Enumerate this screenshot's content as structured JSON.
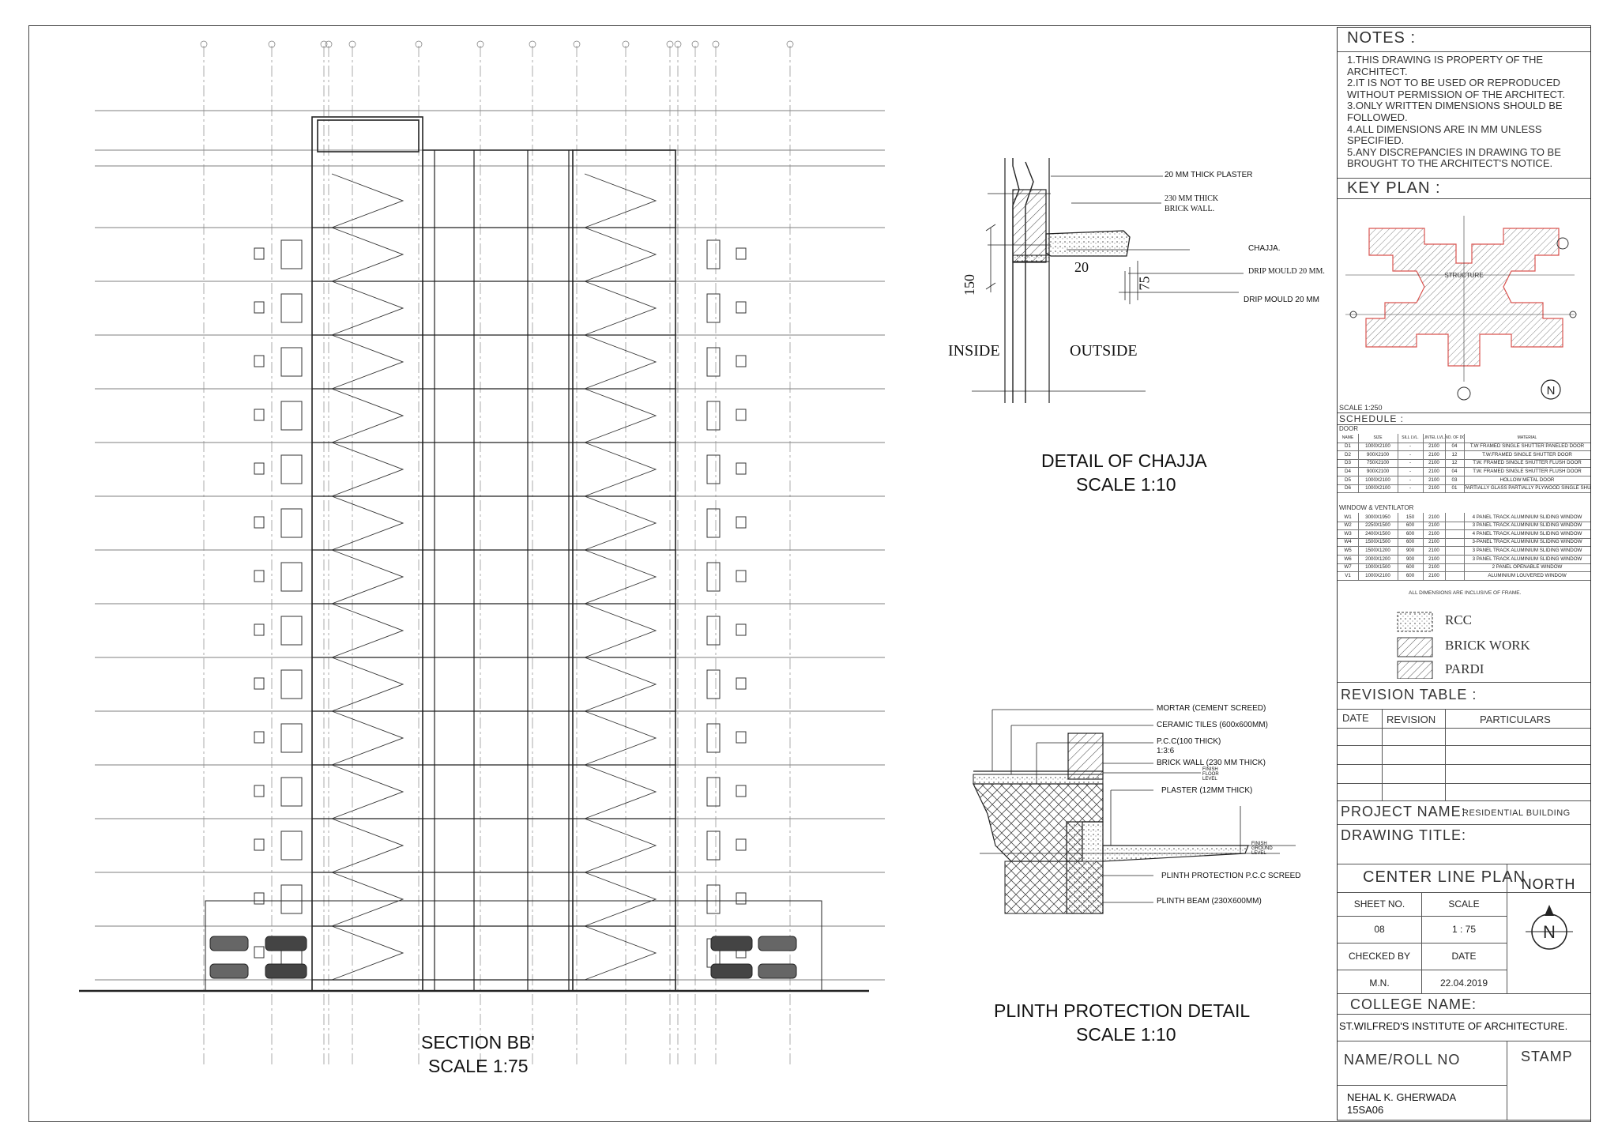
{
  "section": {
    "title": "SECTION BB'",
    "scale": "SCALE 1:75"
  },
  "chajja": {
    "title": "DETAIL OF CHAJJA",
    "scale": "SCALE 1:10",
    "labels": {
      "plaster": "20 MM THICK PLASTER",
      "brick_wall_1": "230 MM THICK",
      "brick_wall_2": "BRICK WALL.",
      "chajja": "CHAJJA.",
      "drip1": "DRIP MOULD 20 MM.",
      "drip2": "DRIP MOULD 20 MM",
      "inside": "INSIDE",
      "outside": "OUTSIDE",
      "dim150": "150",
      "dim20": "20",
      "dim75": "75"
    }
  },
  "plinth": {
    "title": "PLINTH PROTECTION DETAIL",
    "scale": "SCALE 1:10",
    "labels": {
      "mortar": "MORTAR (CEMENT SCREED)",
      "tiles": "CERAMIC TILES (600x600MM)",
      "pcc1": "P.C.C(100 THICK)",
      "pcc2": "1:3:6",
      "brick": "BRICK WALL (230 MM THICK)",
      "plaster": "PLASTER (12MM THICK)",
      "plinth_pcc": "PLINTH PROTECTION P.C.C SCREED",
      "beam": "PLINTH BEAM (230X600MM)",
      "finish_floor": "FINISH FLOOR LEVEL",
      "finish_ground": "FINISH GROUND LEVEL"
    }
  },
  "notes": {
    "heading": "NOTES :",
    "lines": [
      "1.THIS DRAWING IS PROPERTY OF THE",
      "ARCHITECT.",
      "2.IT IS NOT TO BE USED OR REPRODUCED",
      "WITHOUT PERMISSION OF THE ARCHITECT.",
      "3.ONLY WRITTEN DIMENSIONS SHOULD BE",
      "FOLLOWED.",
      "4.ALL DIMENSIONS ARE IN MM UNLESS",
      "SPECIFIED.",
      "5.ANY DISCREPANCIES IN DRAWING TO BE",
      "BROUGHT TO THE ARCHITECT'S NOTICE."
    ]
  },
  "key_plan": {
    "heading": "KEY PLAN :",
    "structure": "STRUCTURE",
    "scale": "SCALE 1:250",
    "north": "N"
  },
  "schedule": {
    "heading": "SCHEDULE :",
    "door_heading": "DOOR",
    "door_columns": [
      "NAME",
      "SIZE",
      "SILL LVL.",
      "LINTEL LVL.",
      "NO. OF DOOR",
      "MATERIAL"
    ],
    "doors": [
      [
        "D1",
        "1000X2100",
        "-",
        "2100",
        "04",
        "T.W FRAMED SINGLE SHUTTER PANELED DOOR"
      ],
      [
        "D2",
        "900X2100",
        "-",
        "2100",
        "12",
        "T.W.FRAMED SINGLE SHUTTER DOOR"
      ],
      [
        "D3",
        "750X2100",
        "-",
        "2100",
        "12",
        "T.W. FRAMED SINGLE SHUTTER FLUSH DOOR"
      ],
      [
        "D4",
        "900X2100",
        "-",
        "2100",
        "04",
        "T.W. FRAMED SINGLE SHUTTER FLUSH DOOR"
      ],
      [
        "D5",
        "1000X2100",
        "-",
        "2100",
        "03",
        "HOLLOW METAL DOOR"
      ],
      [
        "D6",
        "1000X2100",
        "-",
        "2100",
        "01",
        "PARTIALLY GLASS PARTIALLY PLYWOOD SINGLE SHUTTER DOOR"
      ]
    ],
    "window_heading": "WINDOW & VENTILATOR",
    "windows": [
      [
        "W1",
        "3000X1950",
        "150",
        "2100",
        "",
        "4 PANEL TRACK ALUMINIUM SLIDING WINDOW"
      ],
      [
        "W2",
        "2250X1500",
        "600",
        "2100",
        "",
        "3 PANEL TRACK ALUMINIUM SLIDING WINDOW"
      ],
      [
        "W3",
        "2400X1500",
        "600",
        "2100",
        "",
        "4 PANEL TRACK ALUMINIUM SLIDING WINDOW"
      ],
      [
        "W4",
        "1500X1500",
        "600",
        "2100",
        "",
        "3-PANEL TRACK ALUMINIUM SLIDING WINDOW"
      ],
      [
        "W5",
        "1500X1200",
        "900",
        "2100",
        "",
        "3 PANEL TRACK ALUMINIUM SLIDING WINDOW"
      ],
      [
        "W6",
        "2000X1200",
        "900",
        "2100",
        "",
        "3 PANEL TRACK ALUMINIUM SLIDING WINDOW"
      ],
      [
        "W7",
        "1000X1500",
        "600",
        "2100",
        "",
        "2 PANEL OPENABLE WINDOW"
      ],
      [
        "V1",
        "1000X2100",
        "600",
        "2100",
        "",
        "ALUMINIUM LOUVERED WINDOW"
      ]
    ],
    "footnote": "ALL DIMENSIONS ARE INCLUSIVE OF FRAME."
  },
  "legend": [
    "RCC",
    "BRICK WORK",
    "PARDI"
  ],
  "revision": {
    "heading": "REVISION TABLE :",
    "columns": [
      "DATE",
      "REVISION",
      "PARTICULARS"
    ]
  },
  "project": {
    "label": "PROJECT NAME:",
    "value": "RESIDENTIAL BUILDING"
  },
  "drawing_title": {
    "label": "DRAWING TITLE:",
    "value": "CENTER LINE PLAN"
  },
  "sheet": {
    "sheet_no_label": "SHEET NO.",
    "scale_label": "SCALE",
    "north_label": "NORTH",
    "sheet_no": "08",
    "scale": "1 : 75",
    "checked_label": "CHECKED BY",
    "date_label": "DATE",
    "checked_by": "M.N.",
    "date": "22.04.2019",
    "north": "N"
  },
  "college": {
    "label": "COLLEGE NAME:",
    "value": "ST.WILFRED'S INSTITUTE OF ARCHITECTURE."
  },
  "student": {
    "label": "NAME/ROLL NO",
    "stamp": "STAMP",
    "name": "NEHAL K. GHERWADA",
    "roll": "15SA06"
  },
  "colors": {
    "line": "#222222",
    "hatch": "#444444",
    "keyplan_red": "#d9534f",
    "grid": "#999999"
  }
}
